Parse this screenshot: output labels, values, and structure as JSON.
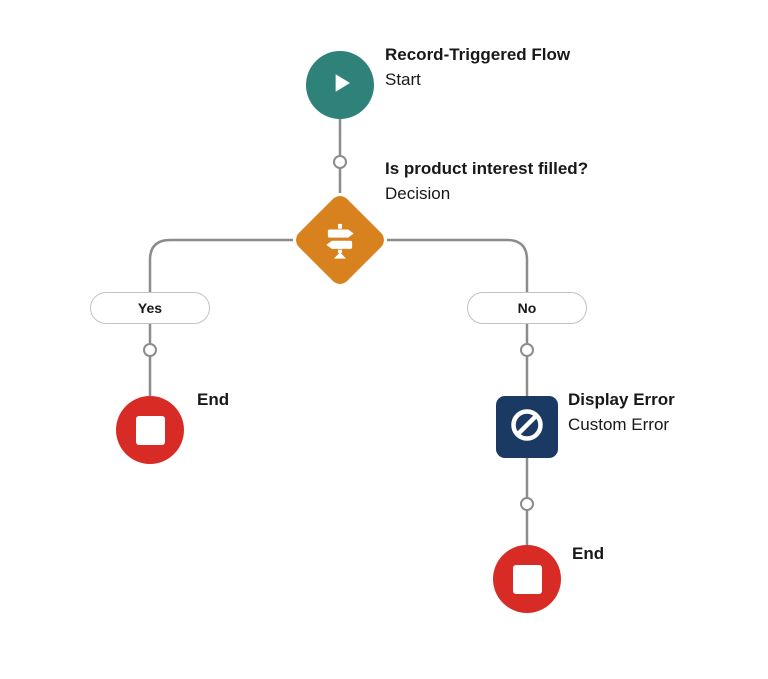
{
  "canvas": {
    "background": "#ffffff"
  },
  "colors": {
    "start_teal": "#2E827A",
    "decision_orange": "#D8811F",
    "error_navy": "#1B3A63",
    "end_red": "#D92B26",
    "connector_gray": "#8C8C8C",
    "pill_border": "#C2C2C2",
    "text": "#181818"
  },
  "nodes": {
    "start": {
      "title": "Record-Triggered Flow",
      "subtitle": "Start",
      "icon": "play-icon"
    },
    "decision": {
      "title": "Is product interest filled?",
      "subtitle": "Decision",
      "icon": "signpost-icon"
    },
    "custom_error": {
      "title": "Display Error",
      "subtitle": "Custom Error",
      "icon": "ban-icon"
    },
    "end_left": {
      "title": "End",
      "icon": "stop-icon"
    },
    "end_right": {
      "title": "End",
      "icon": "stop-icon"
    }
  },
  "branches": {
    "yes": "Yes",
    "no": "No"
  }
}
